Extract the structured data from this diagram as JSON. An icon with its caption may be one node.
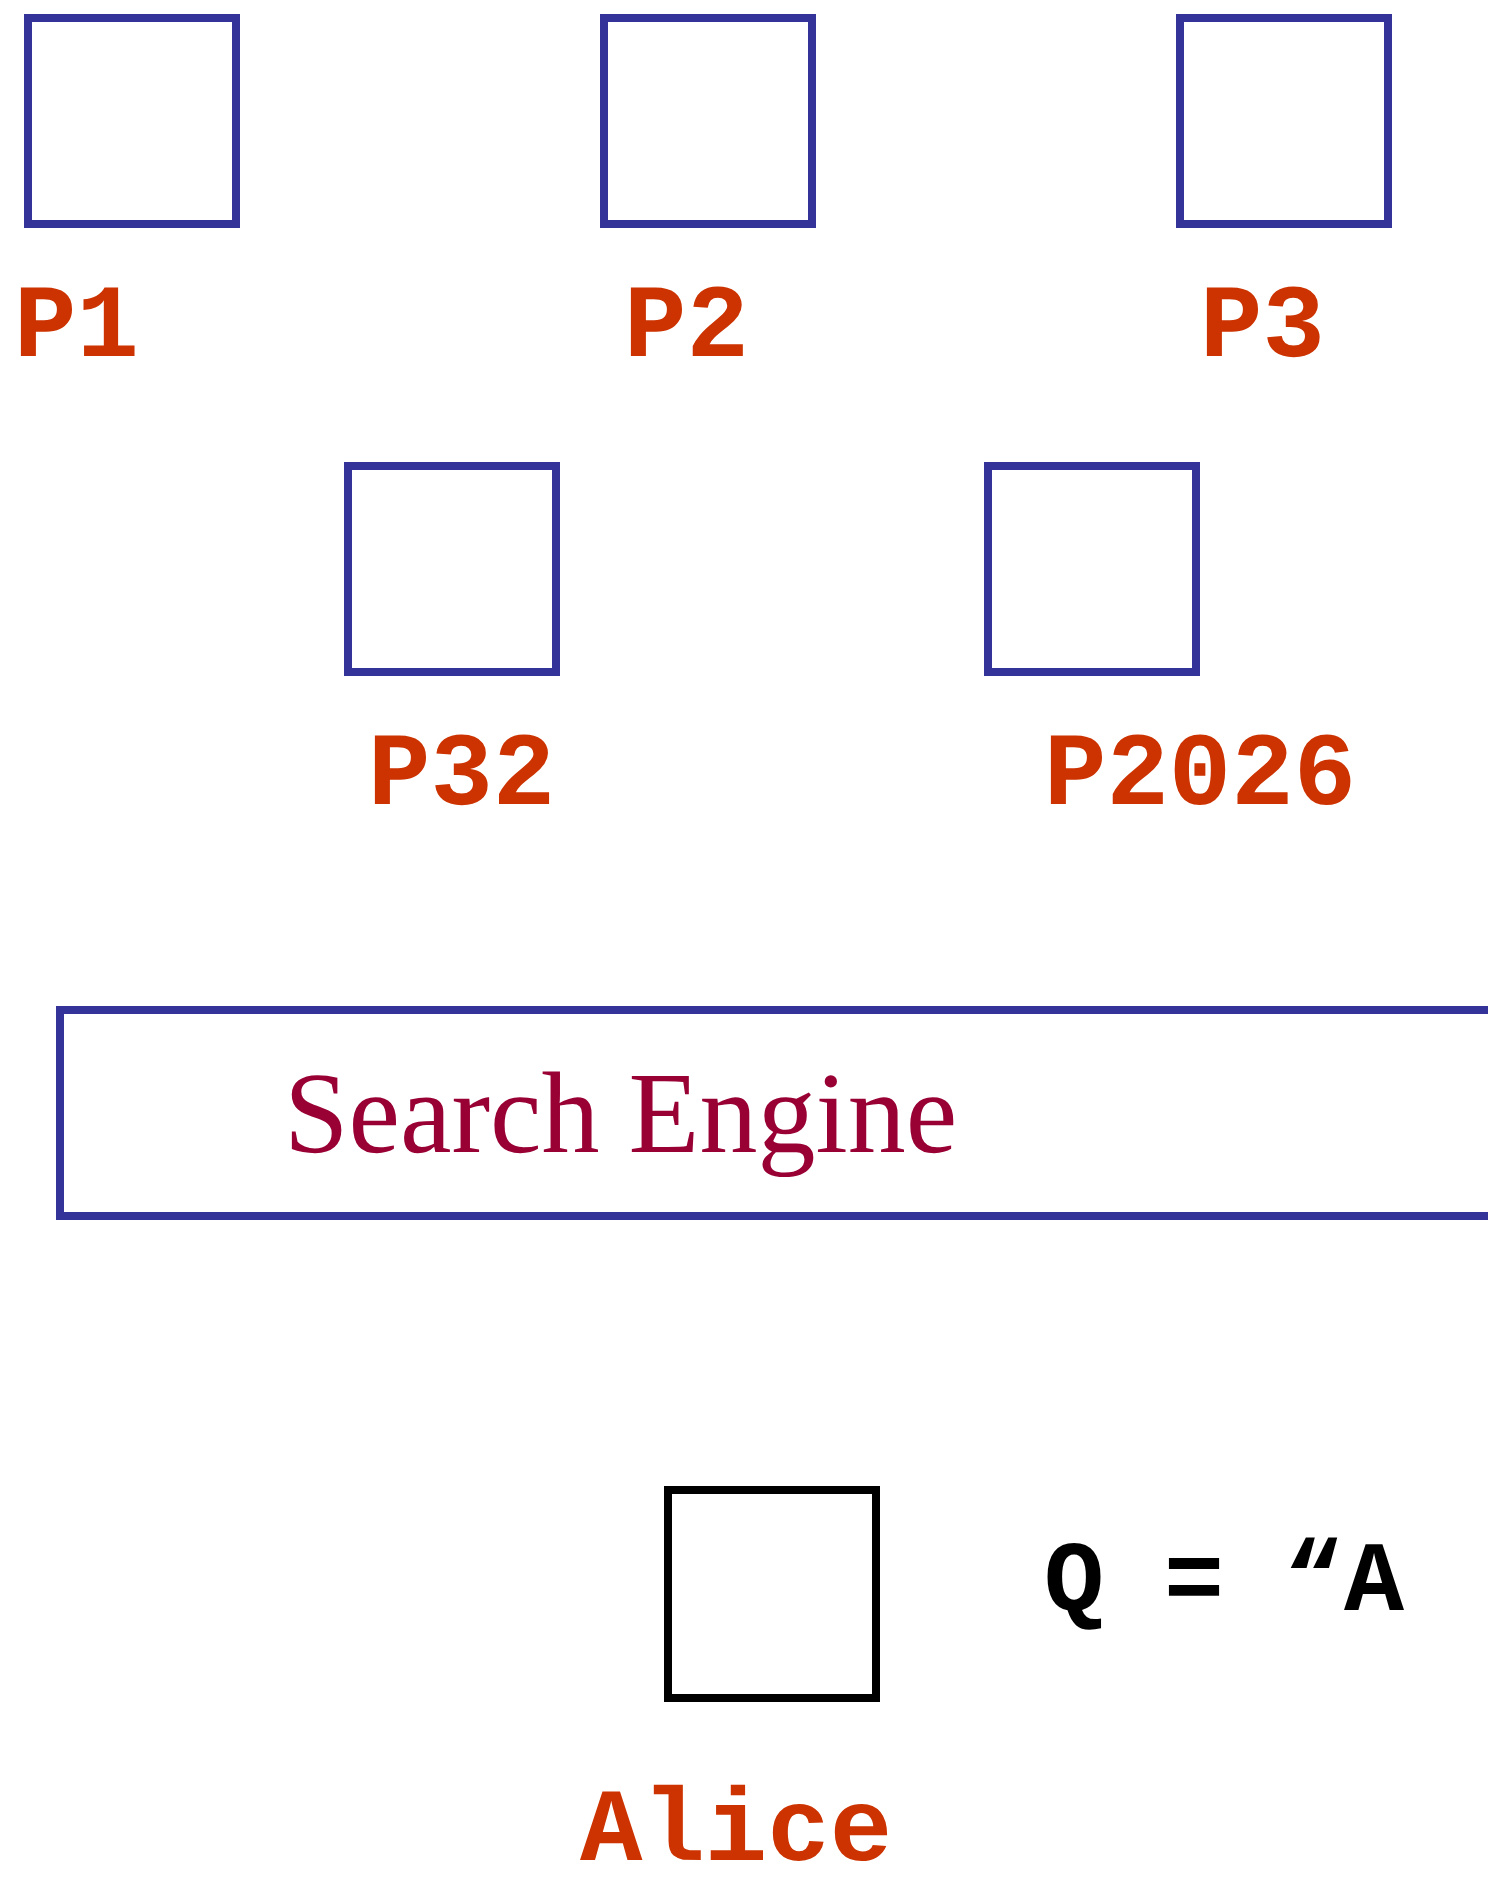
{
  "diagram": {
    "nodes": [
      {
        "text": [
          "P1"
        ]
      },
      {
        "text": [
          "P2"
        ]
      },
      {
        "text": [
          "P3"
        ]
      },
      {
        "text": [
          "P32"
        ]
      },
      {
        "text": [
          "P2026"
        ]
      },
      {
        "text": [
          "Search Engine"
        ]
      },
      {
        "text": [
          "Alice"
        ]
      }
    ],
    "labels": [
      "Q = “A"
    ]
  }
}
